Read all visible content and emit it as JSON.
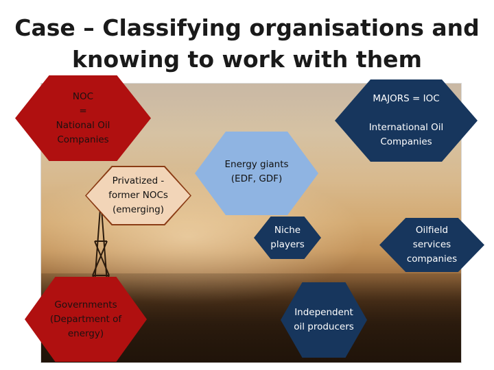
{
  "title": {
    "line1": "Case – Classifying organisations and",
    "line2": "knowing to work with them"
  },
  "hexagons": {
    "noc": "NOC\n=\nNational Oil\nCompanies",
    "majors": "MAJORS = IOC\n\nInternational Oil\nCompanies",
    "privatized": "Privatized -\nformer NOCs\n(emerging)",
    "energy_giants": "Energy giants\n(EDF, GDF)",
    "niche": "Niche\nplayers",
    "oilfield": "Oilfield\nservices\ncompanies",
    "governments": "Governments\n(Department of\nenergy)",
    "independent": "Independent\noil producers"
  },
  "colors": {
    "red": "#b01010",
    "navy": "#17365d",
    "light_blue": "#8fb4e2",
    "peach": "#f2d5b8"
  }
}
